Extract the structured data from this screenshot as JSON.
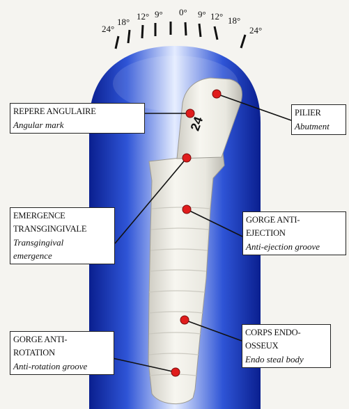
{
  "angle_scale": {
    "labels": [
      "24°",
      "18°",
      "12°",
      "9°",
      "0°",
      "9°",
      "12°",
      "18°",
      "24°"
    ]
  },
  "implant": {
    "engraving": "24"
  },
  "callouts": [
    {
      "id": "angular-mark",
      "fr": [
        "REPERE ANGULAIRE"
      ],
      "en": [
        "Angular mark"
      ]
    },
    {
      "id": "abutment",
      "fr": [
        "PILIER"
      ],
      "en": [
        "Abutment"
      ]
    },
    {
      "id": "transgingival-emergence",
      "fr": [
        "EMERGENCE",
        "TRANSGINGIVALE"
      ],
      "en": [
        "Transgingival",
        "emergence"
      ]
    },
    {
      "id": "anti-ejection-groove",
      "fr": [
        "GORGE ANTI-",
        "EJECTION"
      ],
      "en": [
        "Anti-ejection groove"
      ]
    },
    {
      "id": "anti-rotation-groove",
      "fr": [
        "GORGE ANTI-",
        "ROTATION"
      ],
      "en": [
        "Anti-rotation groove"
      ]
    },
    {
      "id": "endo-steal-body",
      "fr": [
        "CORPS ENDO-",
        "OSSEUX"
      ],
      "en": [
        "Endo steal body"
      ]
    }
  ],
  "colors": {
    "cylinder_dark": "#0a1f8f",
    "cylinder_light": "#dfe8ff",
    "implant": "#eeede6",
    "marker": "#e01c1c"
  }
}
